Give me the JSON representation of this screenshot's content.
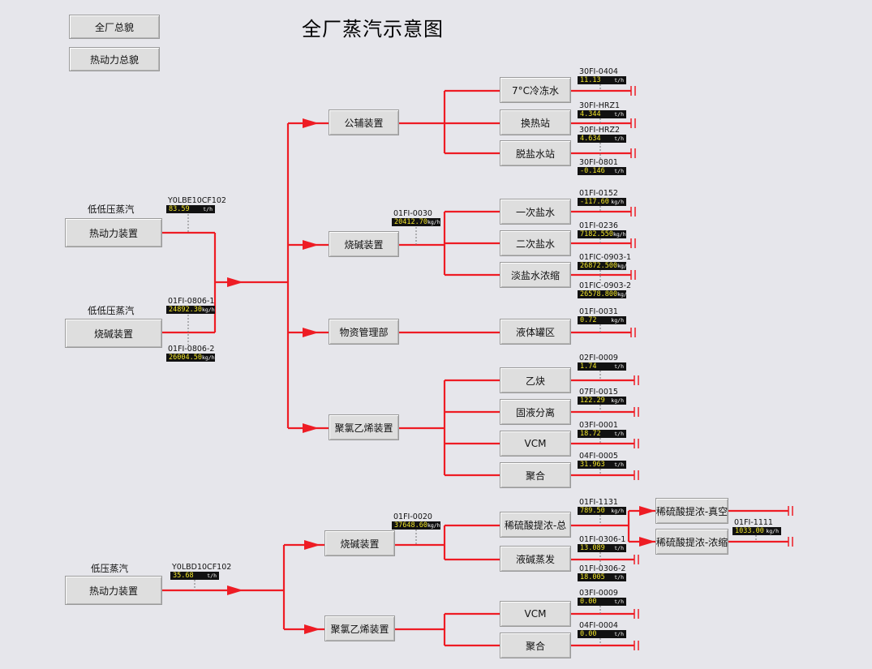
{
  "colors": {
    "pipe": "#ee1c24",
    "background": "#e6e6eb",
    "readout_bg": "#111111",
    "readout_value": "#f2e62a"
  },
  "header": {
    "title": "全厂蒸汽示意图",
    "nav_buttons": [
      {
        "label": "全厂总貌"
      },
      {
        "label": "热动力总貌"
      }
    ]
  },
  "sources": [
    {
      "label": "低低压蒸汽",
      "unit_name": "热动力装置"
    },
    {
      "label": "低低压蒸汽",
      "unit_name": "烧碱装置"
    },
    {
      "label": "低压蒸汽",
      "unit_name": "热动力装置"
    }
  ],
  "branches": [
    "公辅装置",
    "烧碱装置",
    "物资管理部",
    "聚氯乙烯装置",
    "烧碱装置",
    "聚氯乙烯装置"
  ],
  "consumers": [
    "7°C冷冻水",
    "换热站",
    "脱盐水站",
    "一次盐水",
    "二次盐水",
    "淡盐水浓缩",
    "液体罐区",
    "乙炔",
    "固液分离",
    "VCM",
    "聚合",
    "稀硫酸提浓-总",
    "液碱蒸发",
    "VCM",
    "聚合"
  ],
  "sub_consumers": [
    "稀硫酸提浓-真空",
    "稀硫酸提浓-浓缩"
  ],
  "meters": [
    {
      "tag": "Y0LBE10CF102",
      "value": "83.59",
      "unit": "t/h"
    },
    {
      "tag": "01FI-0806-1",
      "value": "24892.30",
      "unit": "kg/h"
    },
    {
      "tag": "01FI-0806-2",
      "value": "26004.50",
      "unit": "kg/h"
    },
    {
      "tag": "01FI-0030",
      "value": "20412.70",
      "unit": "kg/h"
    },
    {
      "tag": "30FI-0404",
      "value": "11.13",
      "unit": "t/h"
    },
    {
      "tag": "30FI-HRZ1",
      "value": "4.344",
      "unit": "t/h"
    },
    {
      "tag": "30FI-HRZ2",
      "value": "4.634",
      "unit": "t/h"
    },
    {
      "tag": "30FI-0801",
      "value": "-0.146",
      "unit": "t/h"
    },
    {
      "tag": "01FI-0152",
      "value": "-117.60",
      "unit": "kg/h"
    },
    {
      "tag": "01FI-0236",
      "value": "7182.550",
      "unit": "kg/h"
    },
    {
      "tag": "01FIC-0903-1",
      "value": "26872.500",
      "unit": "kg/h"
    },
    {
      "tag": "01FIC-0903-2",
      "value": "26578.800",
      "unit": "kg/h"
    },
    {
      "tag": "01FI-0031",
      "value": "0.72",
      "unit": "kg/h"
    },
    {
      "tag": "02FI-0009",
      "value": "1.74",
      "unit": "t/h"
    },
    {
      "tag": "07FI-0015",
      "value": "122.29",
      "unit": "kg/h"
    },
    {
      "tag": "03FI-0001",
      "value": "18.72",
      "unit": "t/h"
    },
    {
      "tag": "04FI-0005",
      "value": "31.963",
      "unit": "t/h"
    },
    {
      "tag": "Y0LBD10CF102",
      "value": "35.68",
      "unit": "t/h"
    },
    {
      "tag": "01FI-0020",
      "value": "37648.60",
      "unit": "kg/h"
    },
    {
      "tag": "01FI-1131",
      "value": "789.50",
      "unit": "kg/h"
    },
    {
      "tag": "01FI-0306-1",
      "value": "13.089",
      "unit": "t/h"
    },
    {
      "tag": "01FI-0306-2",
      "value": "18.005",
      "unit": "t/h"
    },
    {
      "tag": "01FI-1111",
      "value": "1033.00",
      "unit": "kg/h"
    },
    {
      "tag": "03FI-0009",
      "value": "0.00",
      "unit": "t/h"
    },
    {
      "tag": "04FI-0004",
      "value": "0.00",
      "unit": "t/h"
    }
  ]
}
